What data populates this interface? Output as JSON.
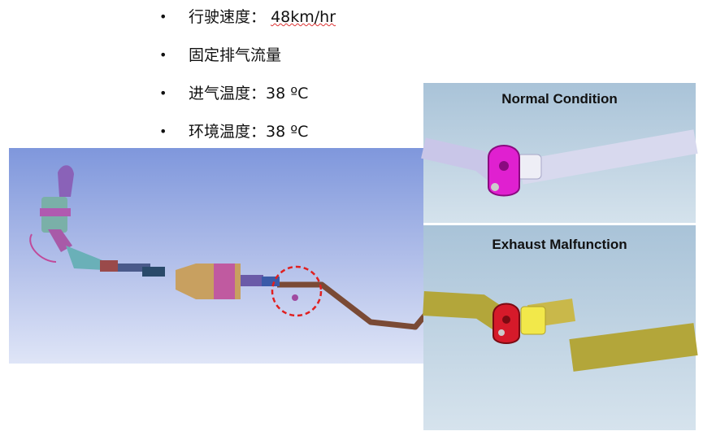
{
  "bullets": [
    {
      "label": "行驶速度：",
      "value": "48km/hr"
    },
    {
      "label": "固定排气流量",
      "value": ""
    },
    {
      "label": "进气温度：",
      "value": "38 ºC"
    },
    {
      "label": "环境温度：",
      "value": "38 ºC"
    }
  ],
  "bullet_symbol": "•",
  "panels": {
    "normal": {
      "title": "Normal Condition"
    },
    "malfunction": {
      "title": "Exhaust Malfunction"
    }
  },
  "colors": {
    "highlight_circle": "#e02020",
    "hanger_magenta": "#e020d0",
    "hanger_red": "#d61a2a",
    "pipe_silver": "#d8d9ee",
    "pipe_olive": "#b3a63a",
    "pipe_brown": "#7a4a35"
  }
}
